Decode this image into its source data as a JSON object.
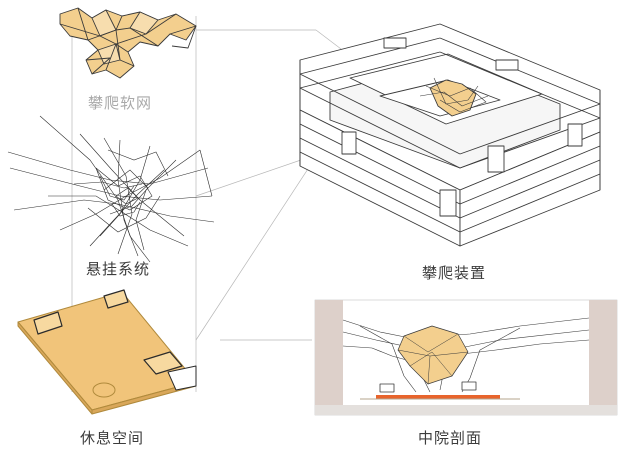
{
  "labels": {
    "climbing_net": "攀爬软网",
    "suspension_system": "悬挂系统",
    "rest_space": "休息空间",
    "climbing_installation": "攀爬装置",
    "courtyard_section": "中院剖面"
  },
  "colors": {
    "net_fill": "#f3cf8e",
    "platform_fill": "#f1c47a",
    "platform_stroke": "#b08a3c",
    "line": "#3a3a3a",
    "leader_line": "#b7b7b7",
    "section_wall": "#ddd0ca",
    "floor_bar": "#e8642c"
  }
}
